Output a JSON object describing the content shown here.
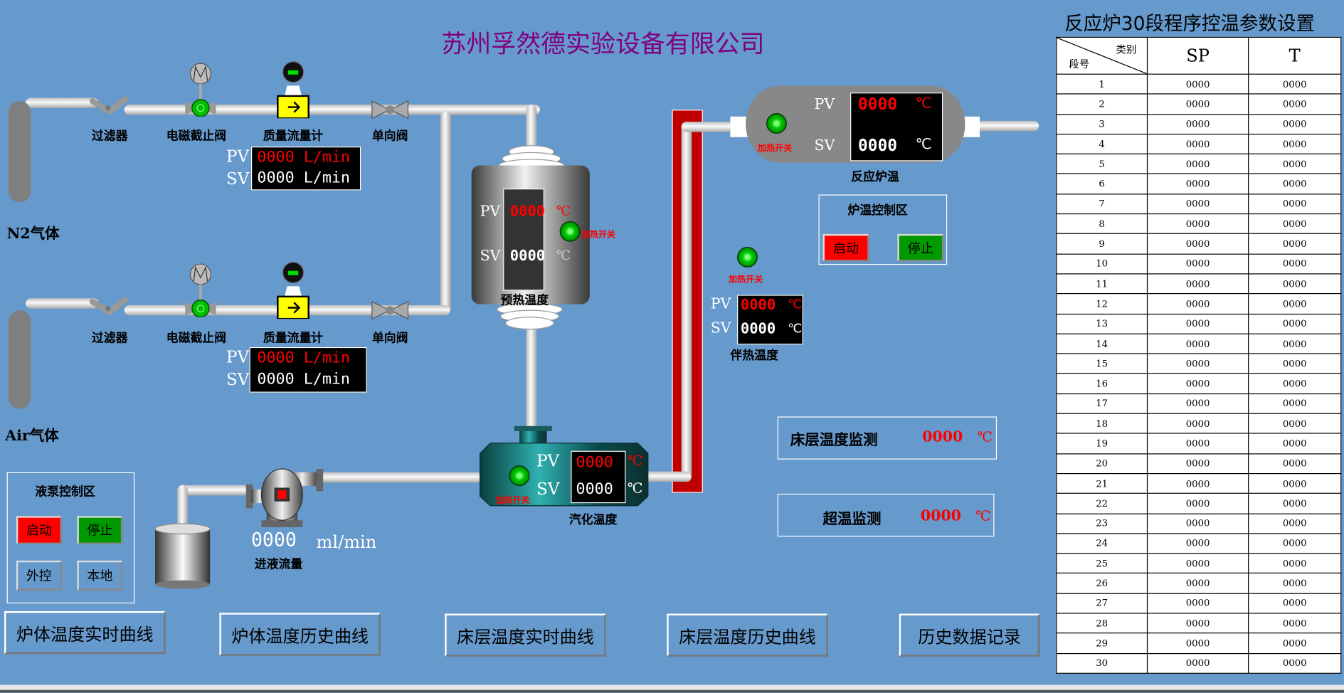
{
  "company_title": "苏州孚然德实验设备有限公司",
  "gas_lines": [
    {
      "name": "N2气体",
      "filter": "过滤器",
      "solenoid_valve": "电磁截止阀",
      "flow_meter": "质量流量计",
      "check_valve": "单向阀",
      "pv_label": "PV",
      "sv_label": "SV",
      "pv": "0000",
      "sv": "0000",
      "unit": "L/min"
    },
    {
      "name": "Air气体",
      "filter": "过滤器",
      "solenoid_valve": "电磁截止阀",
      "flow_meter": "质量流量计",
      "check_valve": "单向阀",
      "pv_label": "PV",
      "sv_label": "SV",
      "pv": "0000",
      "sv": "0000",
      "unit": "L/min"
    }
  ],
  "preheat": {
    "label": "预热温度",
    "pv_label": "PV",
    "sv_label": "SV",
    "pv": "0000",
    "sv": "0000",
    "unit": "℃",
    "heat_switch": "加热开关"
  },
  "vaporizer": {
    "label": "汽化温度",
    "pv_label": "PV",
    "sv_label": "SV",
    "pv": "0000",
    "sv": "0000",
    "unit": "℃",
    "heat_switch": "加热开关"
  },
  "tracing": {
    "label": "伴热温度",
    "pv_label": "PV",
    "sv_label": "SV",
    "pv": "0000",
    "sv": "0000",
    "unit": "℃",
    "heat_switch": "加热开关"
  },
  "reactor": {
    "label": "反应炉温",
    "pv_label": "PV",
    "sv_label": "SV",
    "pv": "0000",
    "sv": "0000",
    "unit": "℃",
    "heat_switch": "加热开关"
  },
  "furnace_control": {
    "title": "炉温控制区",
    "start": "启动",
    "stop": "停止"
  },
  "pump_control": {
    "title": "液泵控制区",
    "start": "启动",
    "stop": "停止",
    "external": "外控",
    "local": "本地"
  },
  "feed_flow": {
    "value": "0000",
    "unit": "ml/min",
    "label": "进液流量"
  },
  "bed_temp": {
    "label": "床层温度监测",
    "value": "0000",
    "unit": "℃"
  },
  "overtemp": {
    "label": "超温监测",
    "value": "0000",
    "unit": "℃"
  },
  "nav_buttons": [
    "炉体温度实时曲线",
    "炉体温度历史曲线",
    "床层温度实时曲线",
    "床层温度历史曲线",
    "历史数据记录"
  ],
  "program_table": {
    "title": "反应炉30段程序控温参数设置",
    "corner_top": "类别",
    "corner_bottom": "段号",
    "col_sp": "SP",
    "col_t": "T",
    "rows": [
      {
        "seg": "1",
        "sp": "0000",
        "t": "0000"
      },
      {
        "seg": "2",
        "sp": "0000",
        "t": "0000"
      },
      {
        "seg": "3",
        "sp": "0000",
        "t": "0000"
      },
      {
        "seg": "4",
        "sp": "0000",
        "t": "0000"
      },
      {
        "seg": "5",
        "sp": "0000",
        "t": "0000"
      },
      {
        "seg": "6",
        "sp": "0000",
        "t": "0000"
      },
      {
        "seg": "7",
        "sp": "0000",
        "t": "0000"
      },
      {
        "seg": "8",
        "sp": "0000",
        "t": "0000"
      },
      {
        "seg": "9",
        "sp": "0000",
        "t": "0000"
      },
      {
        "seg": "10",
        "sp": "0000",
        "t": "0000"
      },
      {
        "seg": "11",
        "sp": "0000",
        "t": "0000"
      },
      {
        "seg": "12",
        "sp": "0000",
        "t": "0000"
      },
      {
        "seg": "13",
        "sp": "0000",
        "t": "0000"
      },
      {
        "seg": "14",
        "sp": "0000",
        "t": "0000"
      },
      {
        "seg": "15",
        "sp": "0000",
        "t": "0000"
      },
      {
        "seg": "16",
        "sp": "0000",
        "t": "0000"
      },
      {
        "seg": "17",
        "sp": "0000",
        "t": "0000"
      },
      {
        "seg": "18",
        "sp": "0000",
        "t": "0000"
      },
      {
        "seg": "19",
        "sp": "0000",
        "t": "0000"
      },
      {
        "seg": "20",
        "sp": "0000",
        "t": "0000"
      },
      {
        "seg": "21",
        "sp": "0000",
        "t": "0000"
      },
      {
        "seg": "22",
        "sp": "0000",
        "t": "0000"
      },
      {
        "seg": "23",
        "sp": "0000",
        "t": "0000"
      },
      {
        "seg": "24",
        "sp": "0000",
        "t": "0000"
      },
      {
        "seg": "25",
        "sp": "0000",
        "t": "0000"
      },
      {
        "seg": "26",
        "sp": "0000",
        "t": "0000"
      },
      {
        "seg": "27",
        "sp": "0000",
        "t": "0000"
      },
      {
        "seg": "28",
        "sp": "0000",
        "t": "0000"
      },
      {
        "seg": "29",
        "sp": "0000",
        "t": "0000"
      },
      {
        "seg": "30",
        "sp": "0000",
        "t": "0000"
      }
    ]
  }
}
